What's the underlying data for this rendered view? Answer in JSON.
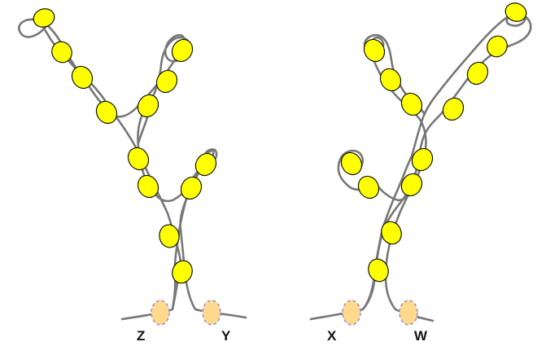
{
  "colors": {
    "strand": "#777777",
    "bead_fill": "#ffff00",
    "bead_stroke": "#111111",
    "anchor_fill": "#ffd98c",
    "anchor_stroke": "#9a8fd6",
    "label": "#111111"
  },
  "labels": {
    "z": "Z",
    "y": "Y",
    "x": "X",
    "w": "W"
  }
}
